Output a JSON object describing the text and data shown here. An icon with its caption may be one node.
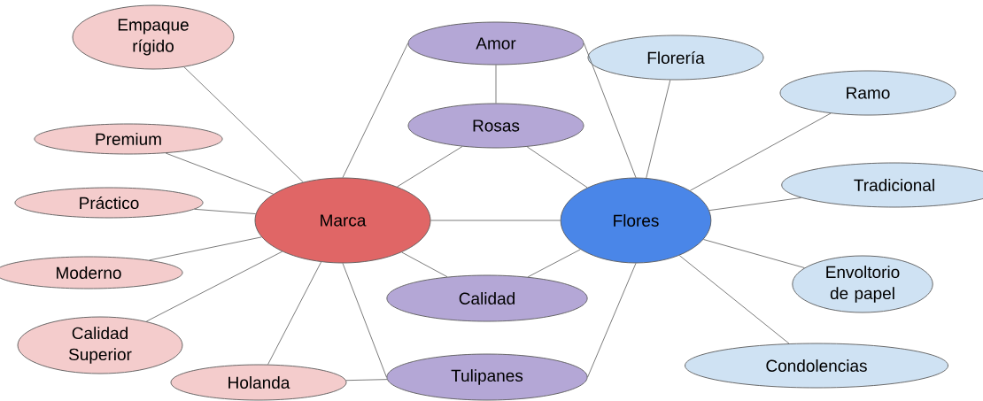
{
  "diagram": {
    "nodes": [
      {
        "text": [
          "Empaque rígido"
        ]
      },
      {
        "text": [
          "Premium"
        ]
      },
      {
        "text": [
          "Práctico"
        ]
      },
      {
        "text": [
          "Moderno"
        ]
      },
      {
        "text": [
          "Calidad Superior"
        ]
      },
      {
        "text": [
          "Holanda"
        ]
      },
      {
        "text": [
          "Marca"
        ]
      },
      {
        "text": [
          "Amor"
        ]
      },
      {
        "text": [
          "Rosas"
        ]
      },
      {
        "text": [
          "Calidad"
        ]
      },
      {
        "text": [
          "Tulipanes"
        ]
      },
      {
        "text": [
          "Flores"
        ]
      },
      {
        "text": [
          "Florería"
        ]
      },
      {
        "text": [
          "Ramo"
        ]
      },
      {
        "text": [
          "Tradicional"
        ]
      },
      {
        "text": [
          "Envoltorio de papel"
        ]
      },
      {
        "text": [
          "Condolencias"
        ]
      }
    ],
    "edges": [
      {
        "from": 6,
        "to": 0,
        "arrow": "none"
      },
      {
        "from": 6,
        "to": 1,
        "arrow": "none"
      },
      {
        "from": 6,
        "to": 2,
        "arrow": "none"
      },
      {
        "from": 6,
        "to": 3,
        "arrow": "none"
      },
      {
        "from": 6,
        "to": 4,
        "arrow": "none"
      },
      {
        "from": 6,
        "to": 5,
        "arrow": "none"
      },
      {
        "from": 6,
        "to": 7,
        "arrow": "none"
      },
      {
        "from": 6,
        "to": 8,
        "arrow": "none"
      },
      {
        "from": 7,
        "to": 8,
        "arrow": "none"
      },
      {
        "from": 7,
        "to": 11,
        "arrow": "none"
      },
      {
        "from": 8,
        "to": 11,
        "arrow": "none"
      },
      {
        "from": 6,
        "to": 11,
        "arrow": "none"
      },
      {
        "from": 6,
        "to": 9,
        "arrow": "none"
      },
      {
        "from": 6,
        "to": 10,
        "arrow": "none"
      },
      {
        "from": 9,
        "to": 11,
        "arrow": "none"
      },
      {
        "from": 10,
        "to": 11,
        "arrow": "none"
      },
      {
        "from": 5,
        "to": 10,
        "arrow": "none"
      },
      {
        "from": 11,
        "to": 12,
        "arrow": "none"
      },
      {
        "from": 11,
        "to": 13,
        "arrow": "none"
      },
      {
        "from": 11,
        "to": 14,
        "arrow": "none"
      },
      {
        "from": 11,
        "to": 15,
        "arrow": "none"
      },
      {
        "from": 11,
        "to": 16,
        "arrow": "none"
      }
    ]
  }
}
